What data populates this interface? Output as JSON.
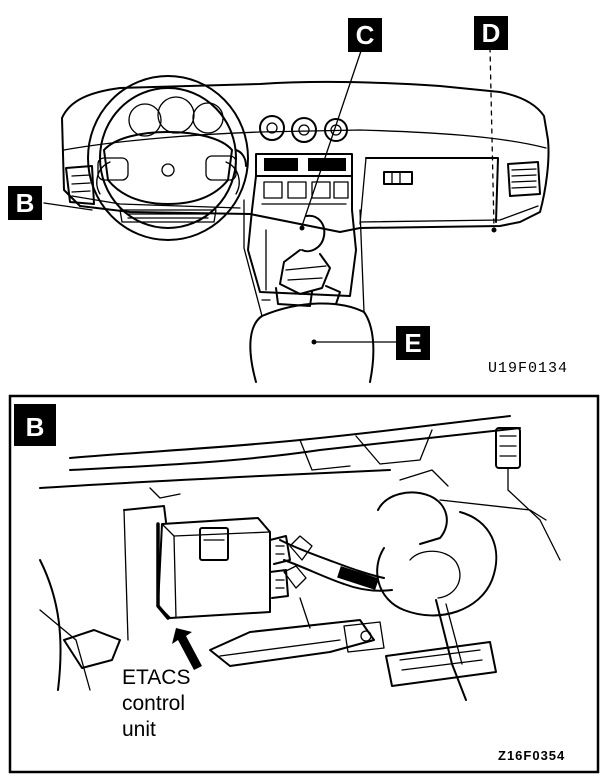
{
  "top_view": {
    "labels": {
      "b": "B",
      "c": "C",
      "d": "D",
      "e": "E"
    },
    "figure_code": "U19F0134"
  },
  "detail_view": {
    "label": "B",
    "callout_line1": "ETACS",
    "callout_line2": "control",
    "callout_line3": "unit",
    "figure_code": "Z16F0354"
  }
}
